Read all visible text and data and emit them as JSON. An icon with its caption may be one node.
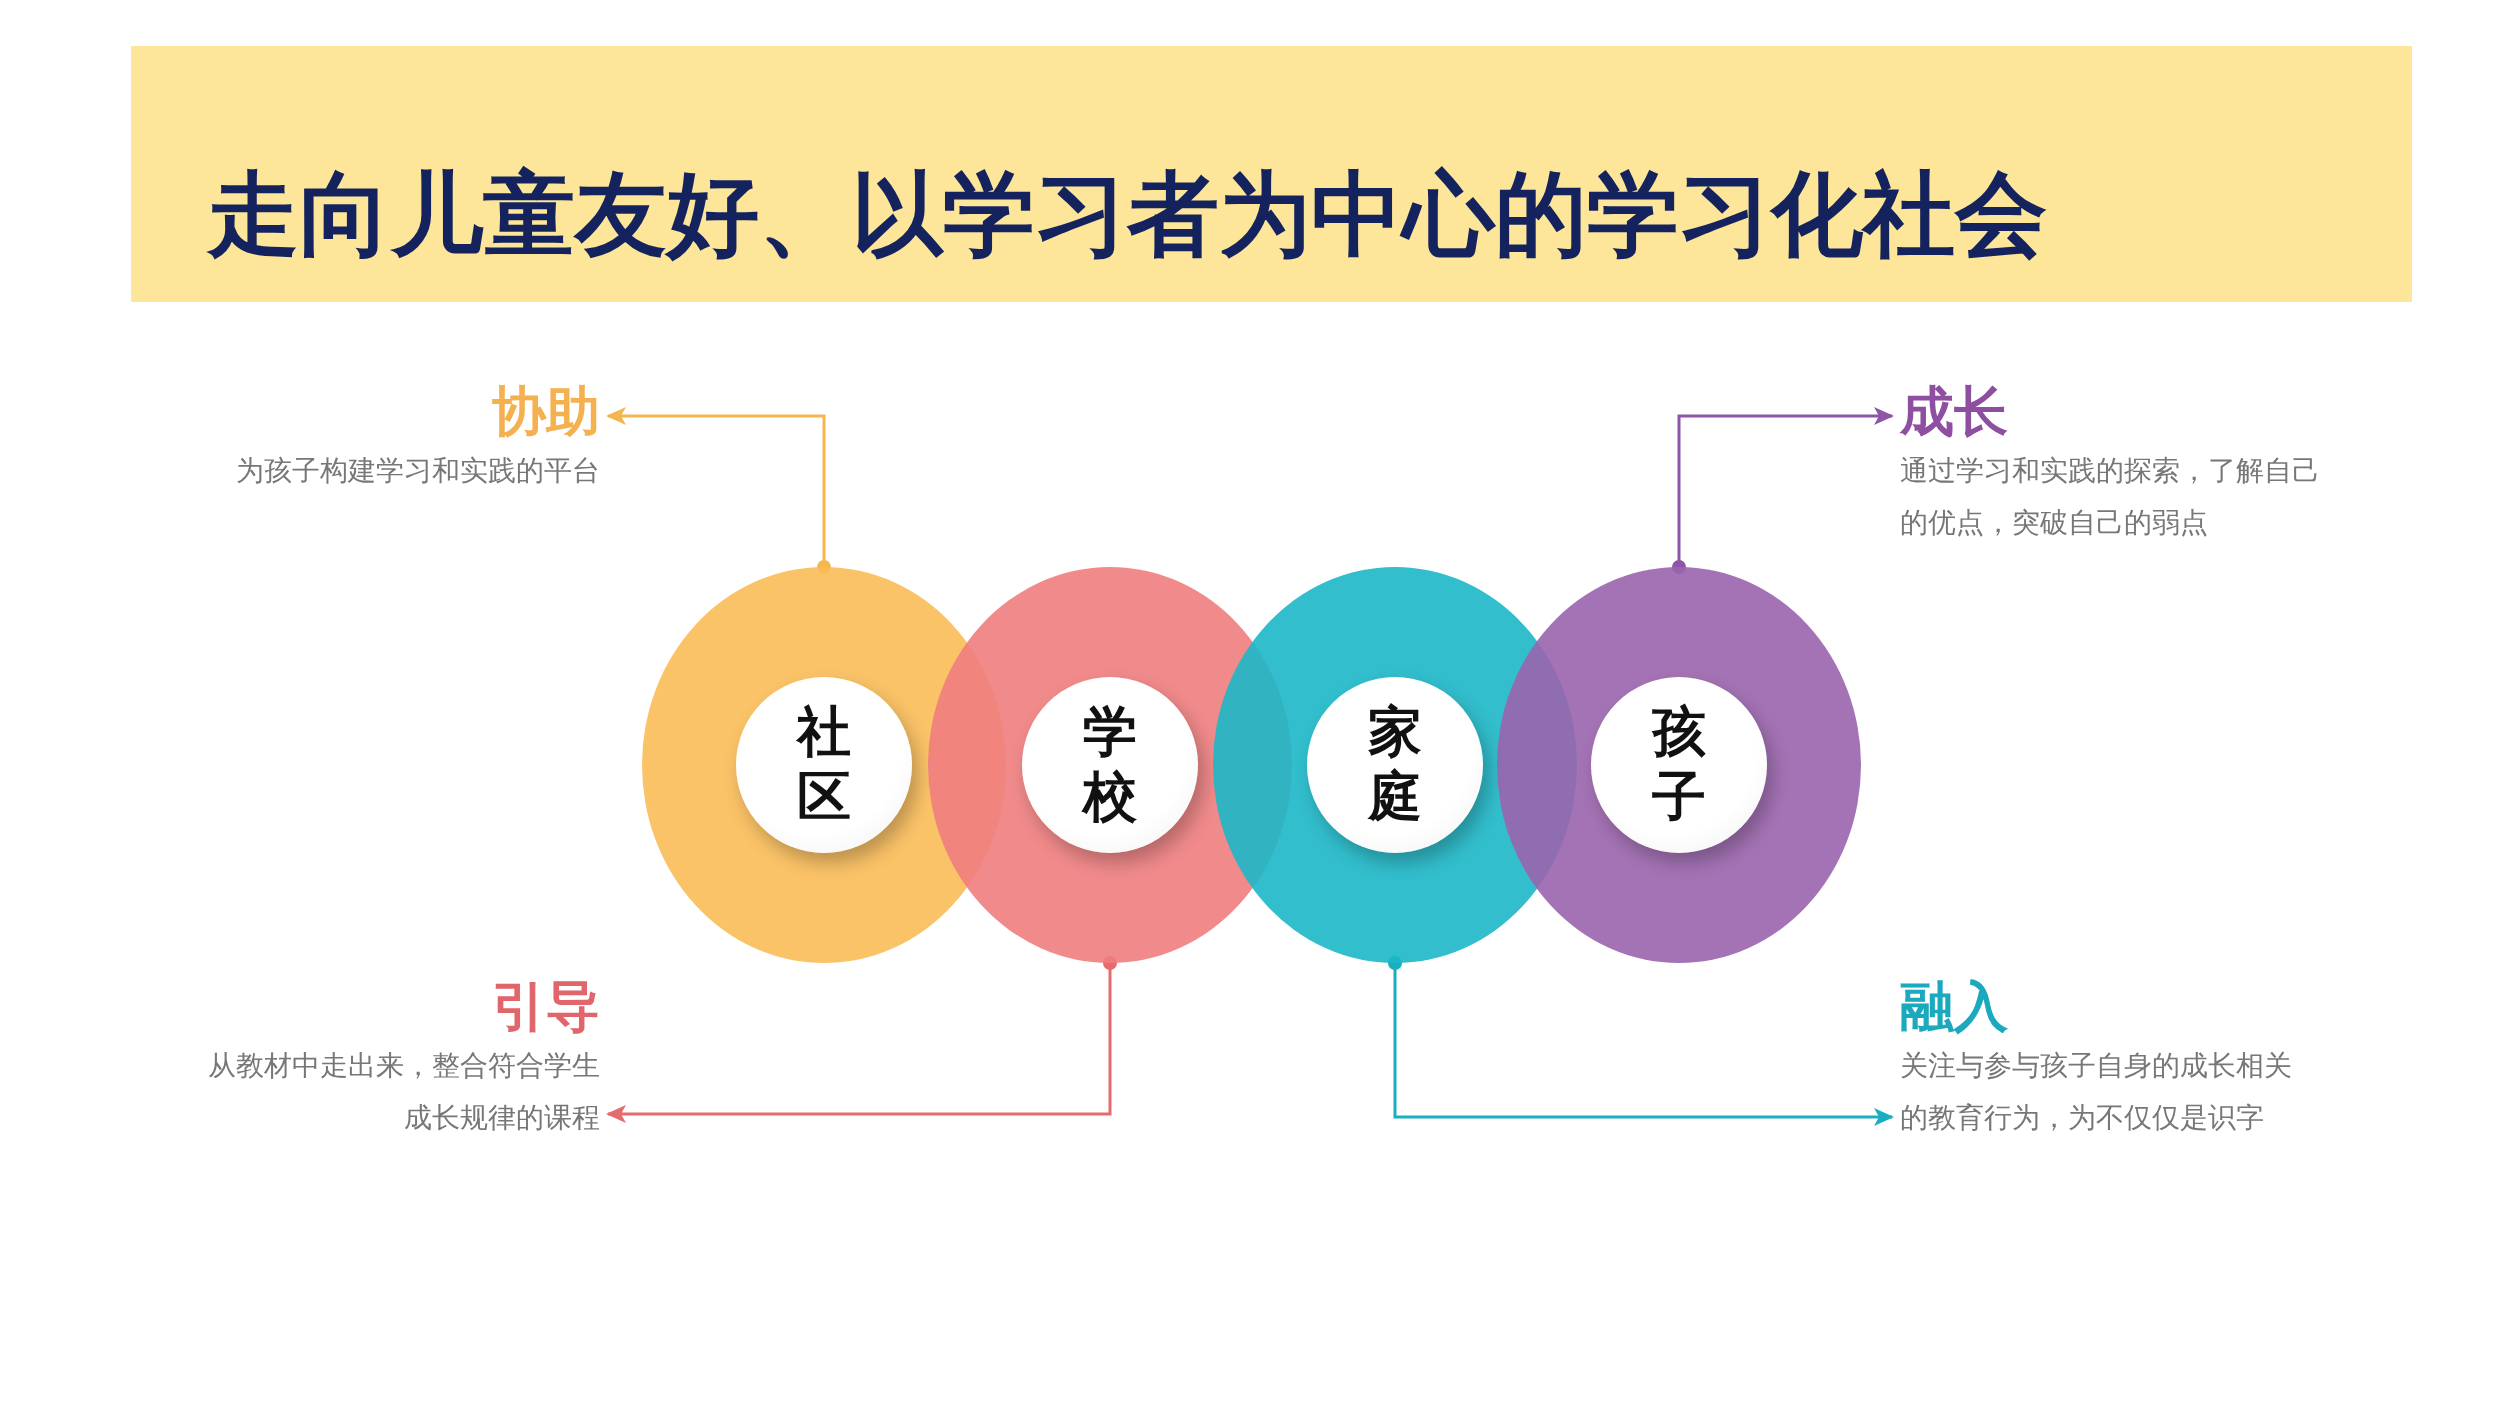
{
  "diagram": {
    "title": "走向儿童友好、以学习者为中心的学习化社会",
    "nodes": [
      {
        "text": [
          "社区"
        ]
      },
      {
        "text": [
          "学校"
        ]
      },
      {
        "text": [
          "家庭"
        ]
      },
      {
        "text": [
          "孩子"
        ]
      },
      {
        "text": [
          "协助",
          "为孩子构建学习和实践的平台"
        ]
      },
      {
        "text": [
          "成长",
          "通过学习和实践的探索，了解自己的优点，突破自己的弱点"
        ]
      },
      {
        "text": [
          "引导",
          "从教材中走出来，整合符合学生成长规律的课程"
        ]
      },
      {
        "text": [
          "融入",
          "关注与参与孩子自身的成长相关的教育行为，为不仅仅是识字"
        ]
      }
    ],
    "edges": [
      {
        "from": 0,
        "to": 4,
        "arrow": "to",
        "color": "#f5b54f"
      },
      {
        "from": 3,
        "to": 5,
        "arrow": "to",
        "color": "#8e55a6"
      },
      {
        "from": 1,
        "to": 6,
        "arrow": "to",
        "color": "#e56b6f"
      },
      {
        "from": 2,
        "to": 7,
        "arrow": "to",
        "color": "#1aaec0"
      }
    ]
  }
}
